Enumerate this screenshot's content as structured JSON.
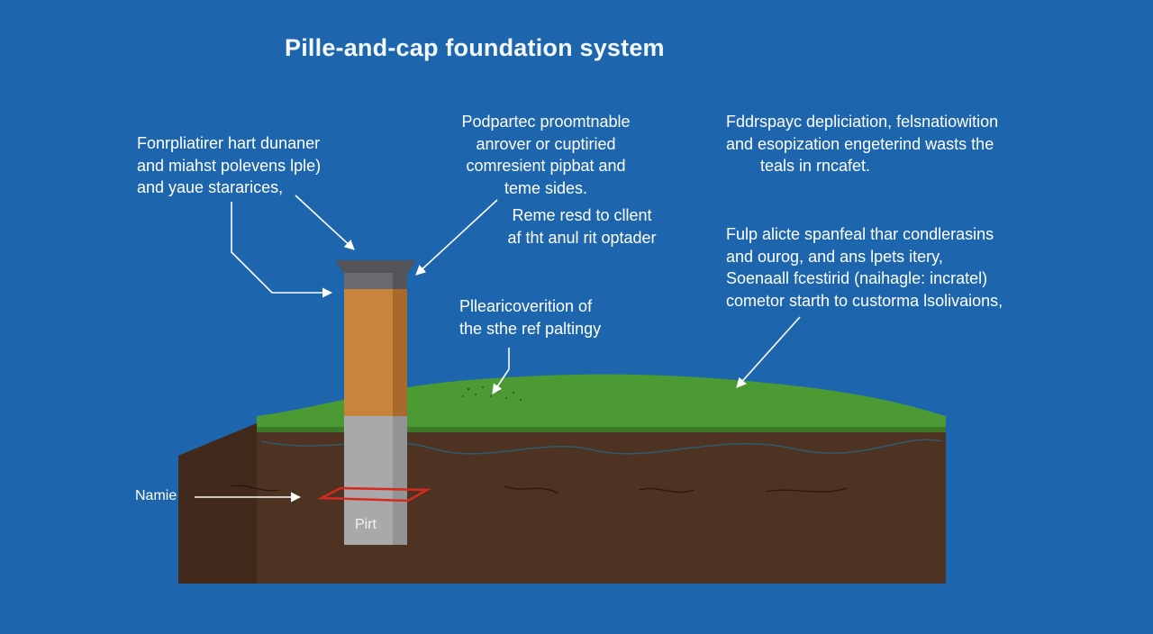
{
  "diagram": {
    "title": "Pille-and-cap foundation system",
    "notes": {
      "top_left": [
        "Fonrpliatirer hart dunaner",
        "and miahst polevens lple)",
        "and yaue stararices,"
      ],
      "top_center": [
        "Podpartec proomtnable",
        "anrover or cuptiried",
        "comresient pipbat and",
        "teme sides."
      ],
      "center_small": [
        "Reme resd to cllent",
        "af tht anul rit optader"
      ],
      "top_right": [
        "Fddrspayc depliciation, felsnatiowition",
        "and esopization engeterind wasts the",
        "teals in rncafet."
      ],
      "right": [
        "Fulp alicte spanfeal thar condlerasins",
        "and ourog, and ans lpets itery,",
        "Soenaall fcestirid (naihagle: incratel)",
        "cometor starth to custorma lsolivaions,"
      ],
      "middle": [
        "Pllearicoverition of",
        "the sthe ref paltingy"
      ]
    },
    "labels": {
      "name": "Namie",
      "pile": "Pirt"
    },
    "colors": {
      "background": "#1d66ad",
      "grass": "#4c9a33",
      "soil": "#4e3322",
      "pile_upper": "#c7843a",
      "pile_lower": "#a9a9ab",
      "cap": "#545458",
      "marker": "#d62a1e"
    }
  }
}
